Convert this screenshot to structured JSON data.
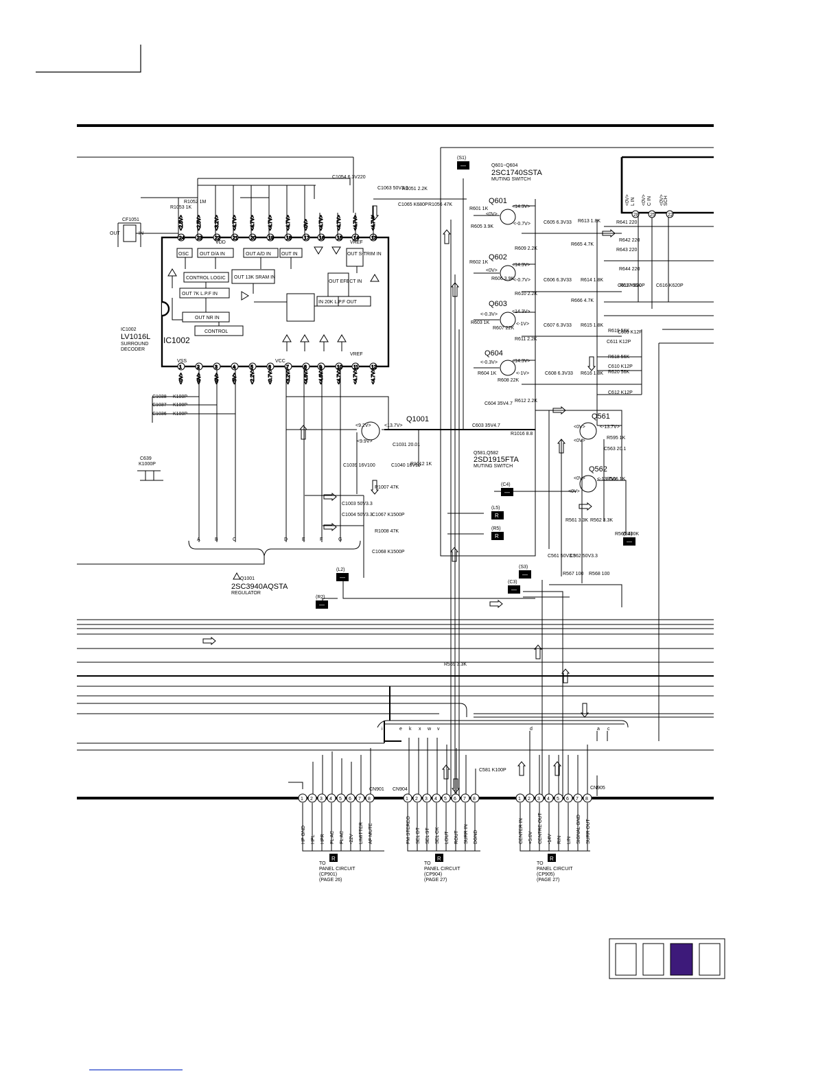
{
  "ic": {
    "ref": "IC1002",
    "part": "LV1016L",
    "desc1": "SURROUND",
    "desc2": "DECODER",
    "blocks": [
      "OSC",
      "OUT D/A IN",
      "OUT A/D IN",
      "OUT IN",
      "CONTROL LOGIC",
      "OUT 13K SRAM IN",
      "OUT 7K L.P.F IN",
      "OUT NR IN",
      "CONTROL",
      "OUT S-TRIM IN",
      "OUT EFECT IN",
      "IN 20K L.P.F OUT"
    ],
    "pins": [
      "24",
      "23",
      "22",
      "21",
      "20",
      "19",
      "18",
      "17",
      "16",
      "15",
      "14",
      "13",
      "1",
      "2",
      "3",
      "4",
      "5",
      "6",
      "7",
      "8",
      "9",
      "10",
      "11",
      "12"
    ],
    "vss": "VSS",
    "vdd": "VDD",
    "vcc": "VCC",
    "vref": "VREF"
  },
  "top_voltages": [
    "<2.8V>",
    "<2.5V>",
    "<3.2V>",
    "<4.7V>",
    "<4.7V>",
    "<4.7V>",
    "<4.7V>",
    "<0V>",
    "<4.7V>",
    "<4.7V>",
    "<4.7V>",
    "<4.7V>"
  ],
  "bottom_voltages": [
    "<0V>",
    "<0V>",
    "<0V>",
    "<5V>",
    "<2.2V>",
    "<0.7V>",
    "<3.2V>",
    "<4.6V>",
    "<4.6V>",
    "<4.7V>",
    "<4.7V>",
    "<4.7V>"
  ],
  "cf": {
    "ref": "CF1051",
    "out": "OUT",
    "in": "IN"
  },
  "left_caps": [
    "C1038",
    "C1037",
    "C1036"
  ],
  "left_cap_vals": [
    "K100P",
    "K100P",
    "K100P"
  ],
  "c639": {
    "ref": "C639",
    "val": "K1000P"
  },
  "bus_letters": [
    "A",
    "B",
    "C",
    "D",
    "E",
    "F",
    "G"
  ],
  "q1001": {
    "ref": "Q1001",
    "note": "Q1001",
    "part": "2SC3940AQSTA",
    "func": "REGULATOR",
    "v1": "<13.7V>",
    "v2": "<9.2V>",
    "v3": "<9.9V>"
  },
  "q601_604": {
    "range": "Q601~Q604",
    "part": "2SC1740SSTA",
    "func": "MUTING SWITCH"
  },
  "q581_582": {
    "range": "Q581,Q582",
    "part": "2SD1915FTA",
    "func": "MUTING SWITCH"
  },
  "transistors": [
    "Q601",
    "Q602",
    "Q603",
    "Q604",
    "Q561",
    "Q562"
  ],
  "transistor_volts": {
    "q601": [
      "<0V>",
      "<14.3V>",
      "<-0.7V>"
    ],
    "q602": [
      "<0V>",
      "<14.3V>",
      "<-0.7V>"
    ],
    "q603": [
      "<-0.3V>",
      "<14.3V>",
      "<-1V>"
    ],
    "q604": [
      "<-0.3V>",
      "<14.3V>",
      "<-1V>"
    ],
    "q561": [
      "<0V>",
      "<-13.7V>",
      "<0V>"
    ],
    "q562": [
      "<0V>",
      "<-13.7V>",
      "<0V>"
    ]
  },
  "resistors": [
    "R601 1K",
    "R605 3.9K",
    "R609 2.2K",
    "R602 1K",
    "R606 3.9K",
    "R610 2.2K",
    "R603 1K",
    "R607 22K",
    "R611 2.2K",
    "R604 1K",
    "R608 22K",
    "R612 2.2K",
    "R613 1.8K",
    "R614 1.8K",
    "R615 1.8K",
    "R616 1.8K",
    "R665 4.7K",
    "R666 4.7K",
    "R1016 8.8",
    "R1007 47K",
    "R1008 47K",
    "R1012 1K",
    "R1051 2.2K",
    "R1056 47K",
    "R1053 1K",
    "R1052 1M",
    "R561 3.3K",
    "R562 3.3K",
    "R565 100K",
    "R566 1K",
    "R567 100",
    "R568 100",
    "R569 3.3K",
    "R618 56K",
    "R619 56K",
    "R620 56K",
    "R617 56K",
    "R641 220",
    "R642 220",
    "R643 220",
    "R644 220",
    "R595 1K"
  ],
  "caps": [
    "C605 6.3V33",
    "C606 6.3V33",
    "C607 6.3V33",
    "C608 6.3V33",
    "C603 35V4.7",
    "C604 35V4.7",
    "C609 K12P",
    "C610 K12P",
    "C611 K12P",
    "C612 K12P",
    "C613 K620P",
    "C616 K620P",
    "C563 20.1",
    "C1003 50V3.3",
    "C1004 50V3.3",
    "C1067 K1500P",
    "C1068 K1500P",
    "C1054 6.3V220",
    "C1063 50V3.3",
    "C1065 K680P",
    "C1031 20.01",
    "C1039 16V100",
    "C1040 16V10",
    "C581 K100P",
    "C561 50V3.3",
    "C562 50V3.3"
  ],
  "right_inputs": [
    "L IN",
    "C IN",
    "SCH"
  ],
  "right_volts": [
    "<0V>",
    "<0V>",
    "<0V>"
  ],
  "right_pins": [
    "28",
    "25",
    "22"
  ],
  "flags": [
    "(S1)",
    "(S3)",
    "(S4)",
    "(C3)",
    "(C4)",
    "(L2)",
    "(R2)",
    "(L5)",
    "(R5)"
  ],
  "flag_marks": [
    "—",
    "—",
    "—",
    "—",
    "—",
    "—",
    "—",
    "R",
    "R"
  ],
  "bus_b_letters": [
    "i",
    "e",
    "k",
    "x",
    "w",
    "v",
    "d",
    "a",
    "c"
  ],
  "cn901": {
    "ref": "CN901",
    "pins": [
      "1",
      "2",
      "3",
      "4",
      "5",
      "6",
      "7",
      "8"
    ],
    "labels": [
      "HP GND",
      "HPL",
      "HPR",
      "FL AC",
      "FL AC",
      "-22V",
      "LIMITTER",
      "AF MUTE"
    ],
    "to": "TO",
    "badge": "R",
    "circuit": "PANEL CIRCUIT",
    "conn": "(CP901)",
    "page": "(PAGE 26)"
  },
  "cn904": {
    "ref": "CN904",
    "pins": [
      "1",
      "2",
      "3",
      "4",
      "5",
      "6",
      "7",
      "8"
    ],
    "labels": [
      "FM STEREO",
      "SEL DT",
      "SEL ST",
      "SEL CK",
      "LOUT",
      "ROUT",
      "SURR IN",
      "DGND"
    ],
    "to": "TO",
    "badge": "R",
    "circuit": "PANEL CIRCUIT",
    "conn": "(CP904)",
    "page": "(PAGE 27)"
  },
  "cn905": {
    "ref": "CN905",
    "pins": [
      "1",
      "2",
      "3",
      "4",
      "5",
      "6",
      "7",
      "8"
    ],
    "labels": [
      "CENTER IN",
      "+5.6V",
      "CENTRE OUT",
      "-14V",
      "RIN",
      "LIN",
      "SIGNAL GND",
      "SURR OUT"
    ],
    "to": "TO",
    "badge": "R",
    "circuit": "PANEL CIRCUIT",
    "conn": "(CP905)",
    "page": "(PAGE 27)"
  },
  "colors": {
    "ink": "#000000",
    "paper": "#ffffff",
    "nav_highlight": "#3d1a7a",
    "footer_link": "#1a3cc8"
  }
}
